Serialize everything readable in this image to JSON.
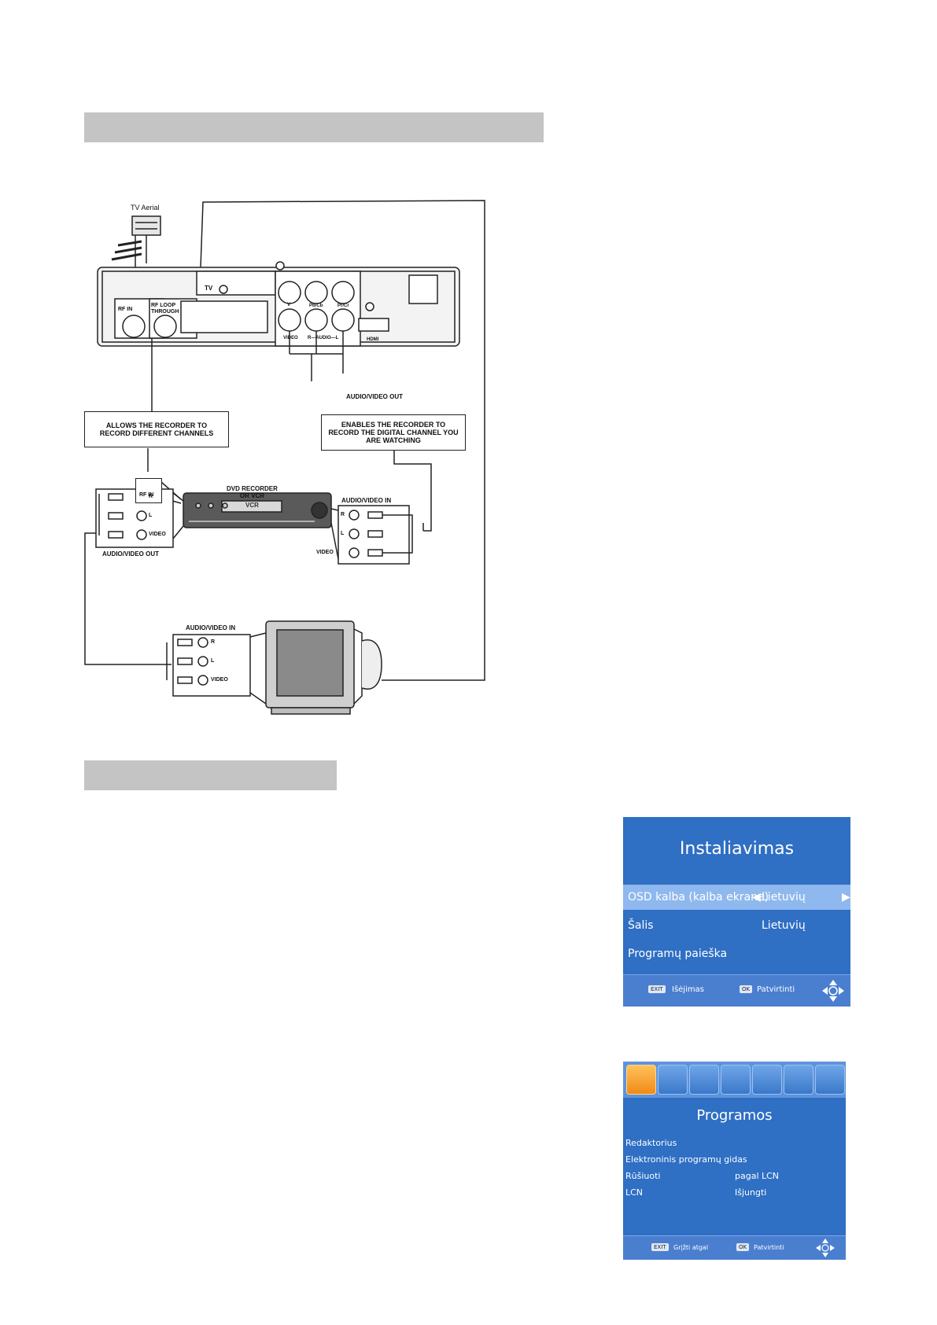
{
  "diagram": {
    "tv_aerial": "TV Aerial",
    "rf_in": "RF IN",
    "rf_loop": "RF LOOP\nTHROUGH",
    "tv": "TV",
    "v": "V",
    "pb": "Pb/Cb",
    "pr": "Pr/Cr",
    "video_rear": "VIDEO",
    "audio_rear": "R—AUDIO—L",
    "hdmi": "HDMI",
    "av_out_top": "AUDIO/VIDEO OUT",
    "allows_box": "ALLOWS THE RECORDER TO\nRECORD DIFFERENT CHANNELS",
    "enables_box": "ENABLES THE RECORDER TO\nRECORD THE DIGITAL CHANNEL YOU\nARE WATCHING",
    "rf_in_rec": "RF IN",
    "recorder_label": "DVD RECORDER\nOR VCR",
    "vcr_logo": "VCR",
    "av_in_rec": "AUDIO/VIDEO IN",
    "av_out_rec": "AUDIO/VIDEO OUT",
    "av_in_tv": "AUDIO/VIDEO IN",
    "r": "R",
    "l": "L",
    "video": "VIDEO"
  },
  "osd1": {
    "title": "Instaliavimas",
    "rows": [
      {
        "label": "OSD kalba (kalba ekrane)",
        "value": "Lietuvių"
      },
      {
        "label": "Šalis",
        "value": "Lietuvių"
      },
      {
        "label": "Programų paieška",
        "value": ""
      }
    ],
    "footer": {
      "exit_key": "EXIT",
      "exit_label": "Išėjimas",
      "ok_key": "OK",
      "ok_label": "Patvirtinti"
    }
  },
  "osd2": {
    "title": "Programos",
    "rows": [
      {
        "label": "Redaktorius",
        "value": ""
      },
      {
        "label": "Elektroninis programų gidas",
        "value": ""
      },
      {
        "label": "Rūšiuoti",
        "value": "pagal LCN"
      },
      {
        "label": "LCN",
        "value": "Išjungti"
      }
    ],
    "footer": {
      "back_key": "EXIT",
      "back_label": "Grįžti atgal",
      "ok_key": "OK",
      "ok_label": "Patvirtinti"
    }
  },
  "colors": {
    "band": "#c4c4c4",
    "osd_bg": "#2f6fc4",
    "osd_highlight": "#8fb8ee",
    "osd_tab_active": "#f08a18"
  }
}
